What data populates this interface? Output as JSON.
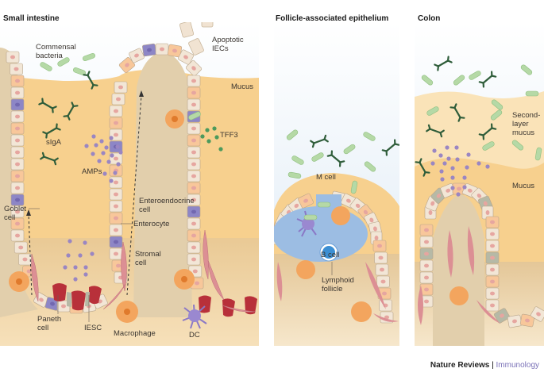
{
  "panels": {
    "small_intestine": {
      "title": "Small intestine",
      "labels": {
        "commensal": [
          "Commensal",
          "bacteria"
        ],
        "apoptotic": [
          "Apoptotic",
          "IECs"
        ],
        "mucus": "Mucus",
        "tff3": "TFF3",
        "siga": "sIgA",
        "amps": "AMPs",
        "enteroendocrine": [
          "Enteroendocrine",
          "cell"
        ],
        "goblet": [
          "Goblet",
          "cell"
        ],
        "enterocyte": "Enterocyte",
        "stromal": [
          "Stromal",
          "cell"
        ],
        "paneth": [
          "Paneth",
          "cell"
        ],
        "iesc": "IESC",
        "macrophage": "Macrophage",
        "dc": "DC"
      }
    },
    "fae": {
      "title": "Follicle-associated epithelium",
      "labels": {
        "mcell": "M cell",
        "bcell": "B cell",
        "lymphoid": [
          "Lymphoid",
          "follicle"
        ]
      }
    },
    "colon": {
      "title": "Colon",
      "labels": {
        "second": [
          "Second-",
          "layer",
          "mucus"
        ],
        "mucus": "Mucus"
      }
    }
  },
  "colors": {
    "sky": "#e3eef7",
    "mucus": "#f7d08e",
    "mucus2": "#fae3b8",
    "tissue": "#ede2cf",
    "bacteria": "#b5d9a6",
    "antibody": "#2f5d3a",
    "amp": "#9a86c2",
    "tff3": "#4c9a5c",
    "goblet": "#8d86c6",
    "paneth": "#b8303a",
    "macrophage": "#f3a55e",
    "stromal": "#dc8f94",
    "follicle": "#9cbde3",
    "bcell": "#3c8fd3"
  },
  "footer": {
    "journal": "Nature Reviews",
    "separator": " | ",
    "section": "Immunology"
  }
}
